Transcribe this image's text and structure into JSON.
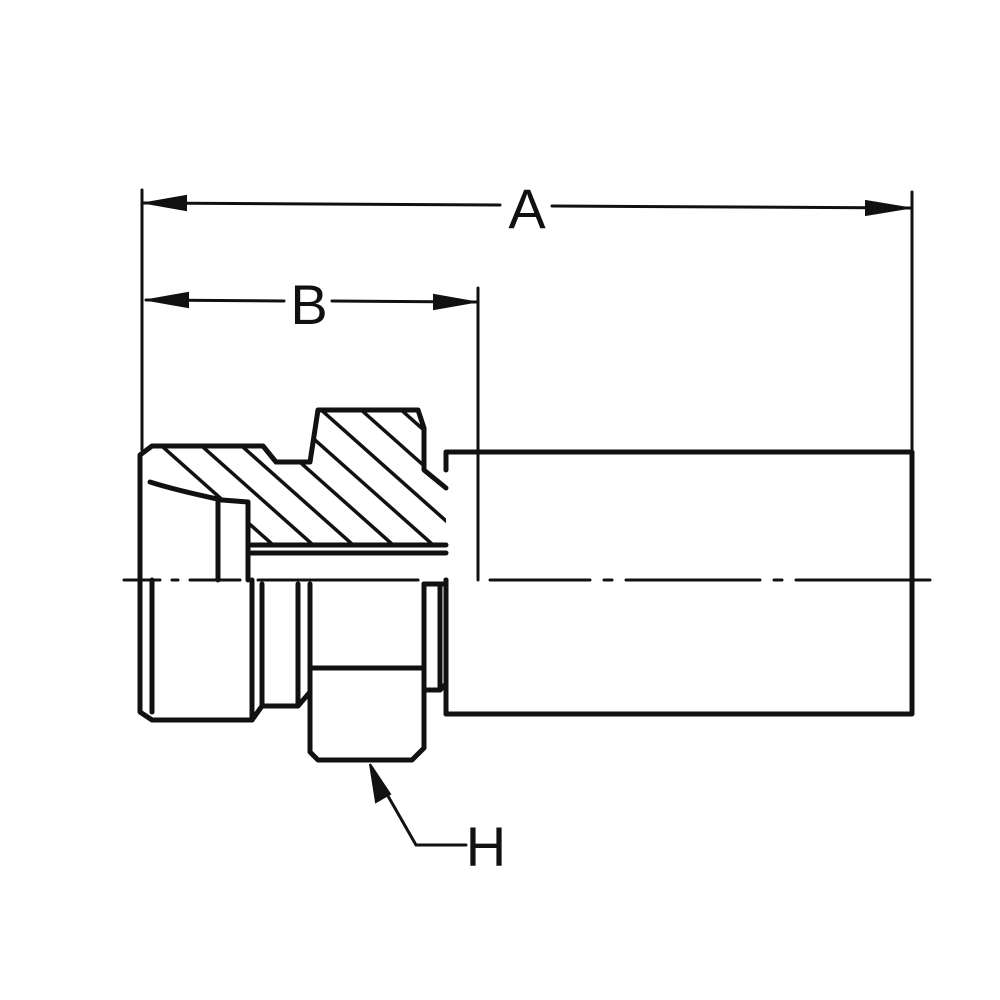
{
  "dimensions": {
    "overall_length_label": "A",
    "thread_length_label": "B",
    "hex_label": "H"
  },
  "colors": {
    "line": "#111111",
    "background": "#ffffff"
  }
}
